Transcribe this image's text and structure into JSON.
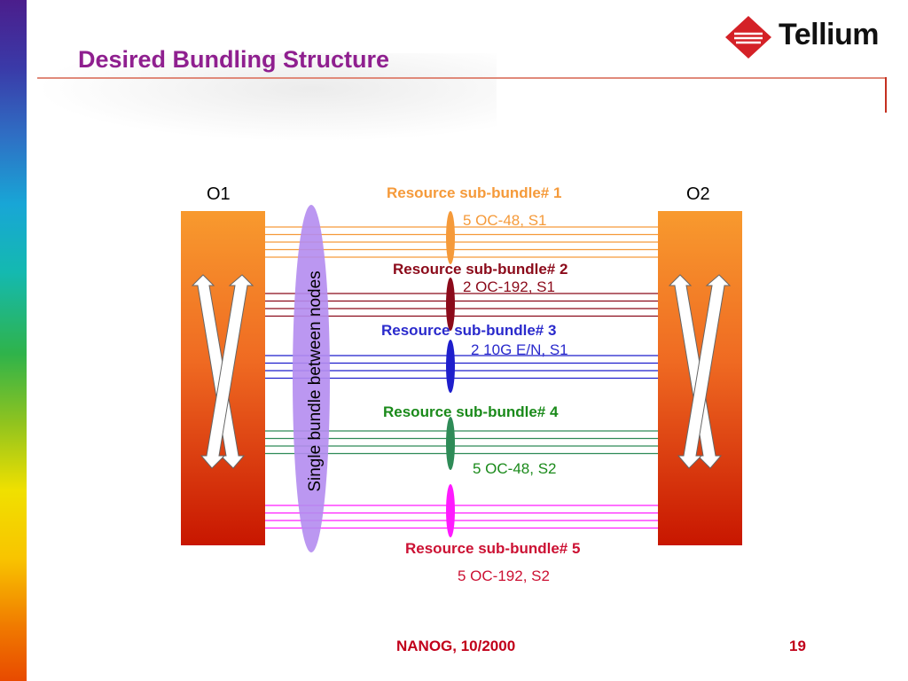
{
  "slide": {
    "title": "Desired Bundling Structure",
    "footer_left": "NANOG, 10/2000",
    "footer_right": "19"
  },
  "logo": {
    "text": "Tellium",
    "mark_color": "#d42127"
  },
  "nodes": [
    {
      "label": "O1"
    },
    {
      "label": "O2"
    }
  ],
  "bundle_label": "Single bundle between nodes",
  "sub_bundles": [
    {
      "name": "Resource sub-bundle# 1",
      "detail": "5 OC-48, S1",
      "color": "#f59a3a",
      "link_count": 5
    },
    {
      "name": "Resource sub-bundle# 2",
      "detail": "2 OC-192, S1",
      "color": "#8b0a1a",
      "link_count": 4
    },
    {
      "name": "Resource sub-bundle# 3",
      "detail": "2 10G E/N, S1",
      "color": "#1e1ecc",
      "link_count": 4
    },
    {
      "name": "Resource sub-bundle# 4",
      "detail": "5 OC-48, S2",
      "color": "#2e8b57",
      "link_count": 4
    },
    {
      "name": "Resource sub-bundle# 5",
      "detail": "5 OC-192, S2",
      "color": "#ff1aff",
      "link_count": 4
    }
  ]
}
